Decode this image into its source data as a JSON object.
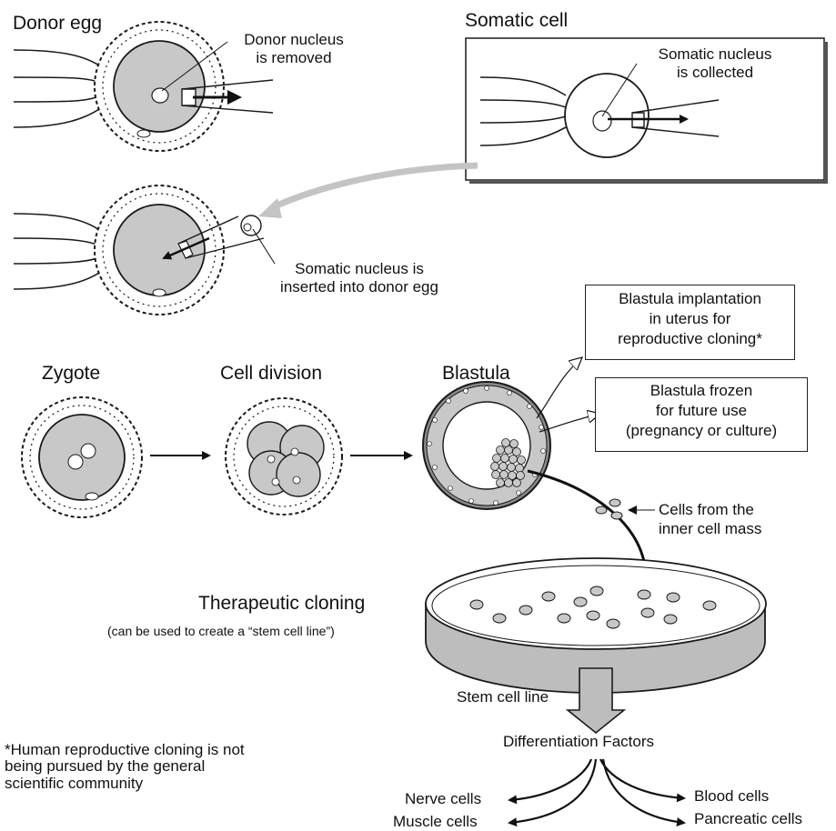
{
  "labels": {
    "donor_egg": "Donor egg",
    "donor_nucleus_removed": [
      "Donor nucleus",
      "is removed"
    ],
    "somatic_cell": "Somatic cell",
    "somatic_nucleus_collected": [
      "Somatic nucleus",
      "is collected"
    ],
    "somatic_nucleus_inserted": [
      "Somatic nucleus is",
      "inserted into donor egg"
    ],
    "zygote": "Zygote",
    "cell_division": "Cell division",
    "blastula": "Blastula",
    "blastula_implantation": [
      "Blastula implantation",
      "in uterus for",
      "reproductive cloning*"
    ],
    "blastula_frozen": [
      "Blastula frozen",
      "for future use",
      "(pregnancy or culture)"
    ],
    "inner_cell_mass": [
      "Cells from the",
      "inner cell mass"
    ],
    "therapeutic_cloning": "Therapeutic cloning",
    "therapeutic_note": "(can be used to create a “stem cell line”)",
    "stem_cell_line": "Stem cell line",
    "differentiation_factors": "Differentiation Factors",
    "footnote": [
      "*Human reproductive cloning is not",
      " being pursued by the general",
      " scientific community"
    ],
    "nerve_cells": "Nerve cells",
    "muscle_cells": "Muscle cells",
    "blood_cells": "Blood cells",
    "pancreatic_cells": "Pancreatic cells"
  },
  "colors": {
    "cytoplasm": "#c8c8c8",
    "outline": "#1a1a1a",
    "arrow_gray": "#c4c4c4",
    "dish_band": "#bdbdbd"
  }
}
